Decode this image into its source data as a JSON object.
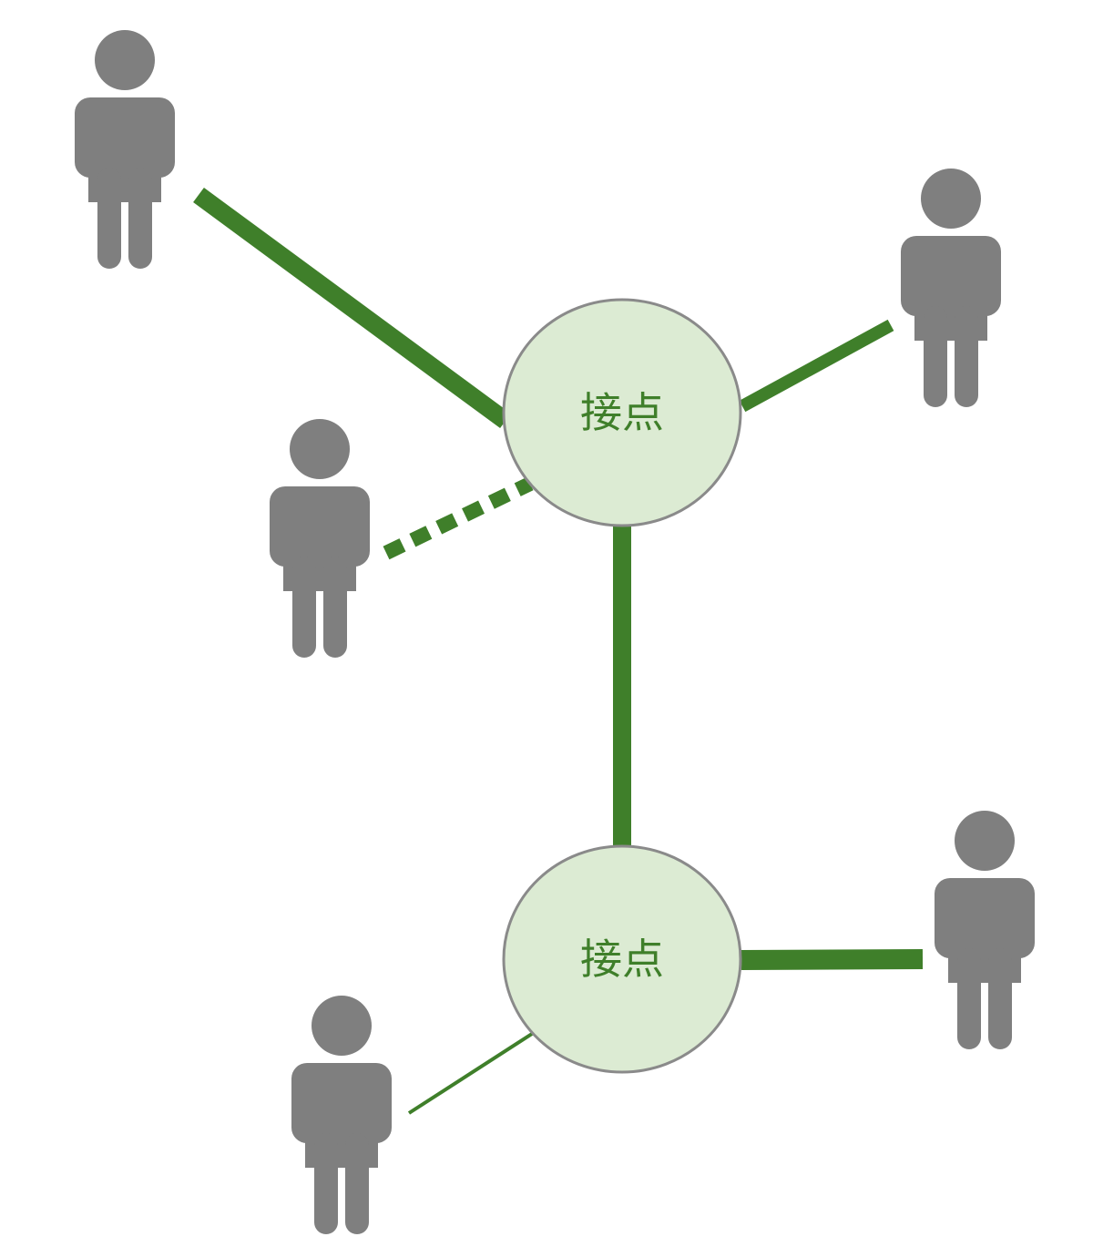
{
  "colors": {
    "background": "#ffffff",
    "link": "#3f7f2a",
    "node_fill": "#dcebd3",
    "node_stroke": "#8a8a8a",
    "node_text": "#3f7f2a",
    "person": "#7f7f7f"
  },
  "nodes": [
    {
      "id": "node-top",
      "label": "接点"
    },
    {
      "id": "node-bottom",
      "label": "接点"
    }
  ],
  "people": [
    {
      "id": "person-top-left"
    },
    {
      "id": "person-top-right"
    },
    {
      "id": "person-middle-left"
    },
    {
      "id": "person-bottom-right"
    },
    {
      "id": "person-bottom-left"
    }
  ],
  "links": [
    {
      "id": "link-top-left",
      "from": "person-top-left",
      "to": "node-top",
      "strength": "strong",
      "style": "solid"
    },
    {
      "id": "link-top-right",
      "from": "node-top",
      "to": "person-top-right",
      "strength": "medium",
      "style": "solid"
    },
    {
      "id": "link-middle-left",
      "from": "person-middle-left",
      "to": "node-top",
      "strength": "medium",
      "style": "dashed"
    },
    {
      "id": "link-node-node",
      "from": "node-top",
      "to": "node-bottom",
      "strength": "medium",
      "style": "solid"
    },
    {
      "id": "link-bottom-right",
      "from": "node-bottom",
      "to": "person-bottom-right",
      "strength": "strong",
      "style": "solid"
    },
    {
      "id": "link-bottom-left",
      "from": "person-bottom-left",
      "to": "node-bottom",
      "strength": "weak",
      "style": "solid"
    }
  ]
}
